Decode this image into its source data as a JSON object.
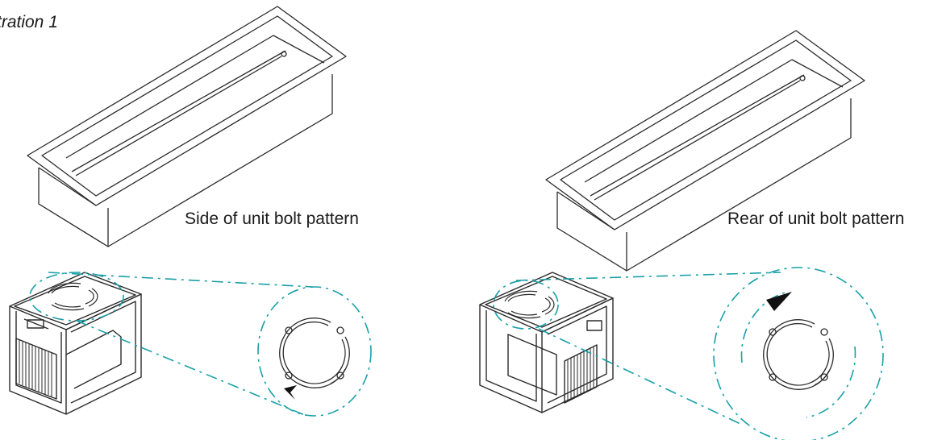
{
  "page": {
    "title": "tration 1"
  },
  "captions": {
    "left": "Side of unit bolt pattern",
    "right": "Rear of unit bolt pattern"
  },
  "colors": {
    "line": "#2a2a2a",
    "teal": "#1aa0a8"
  }
}
